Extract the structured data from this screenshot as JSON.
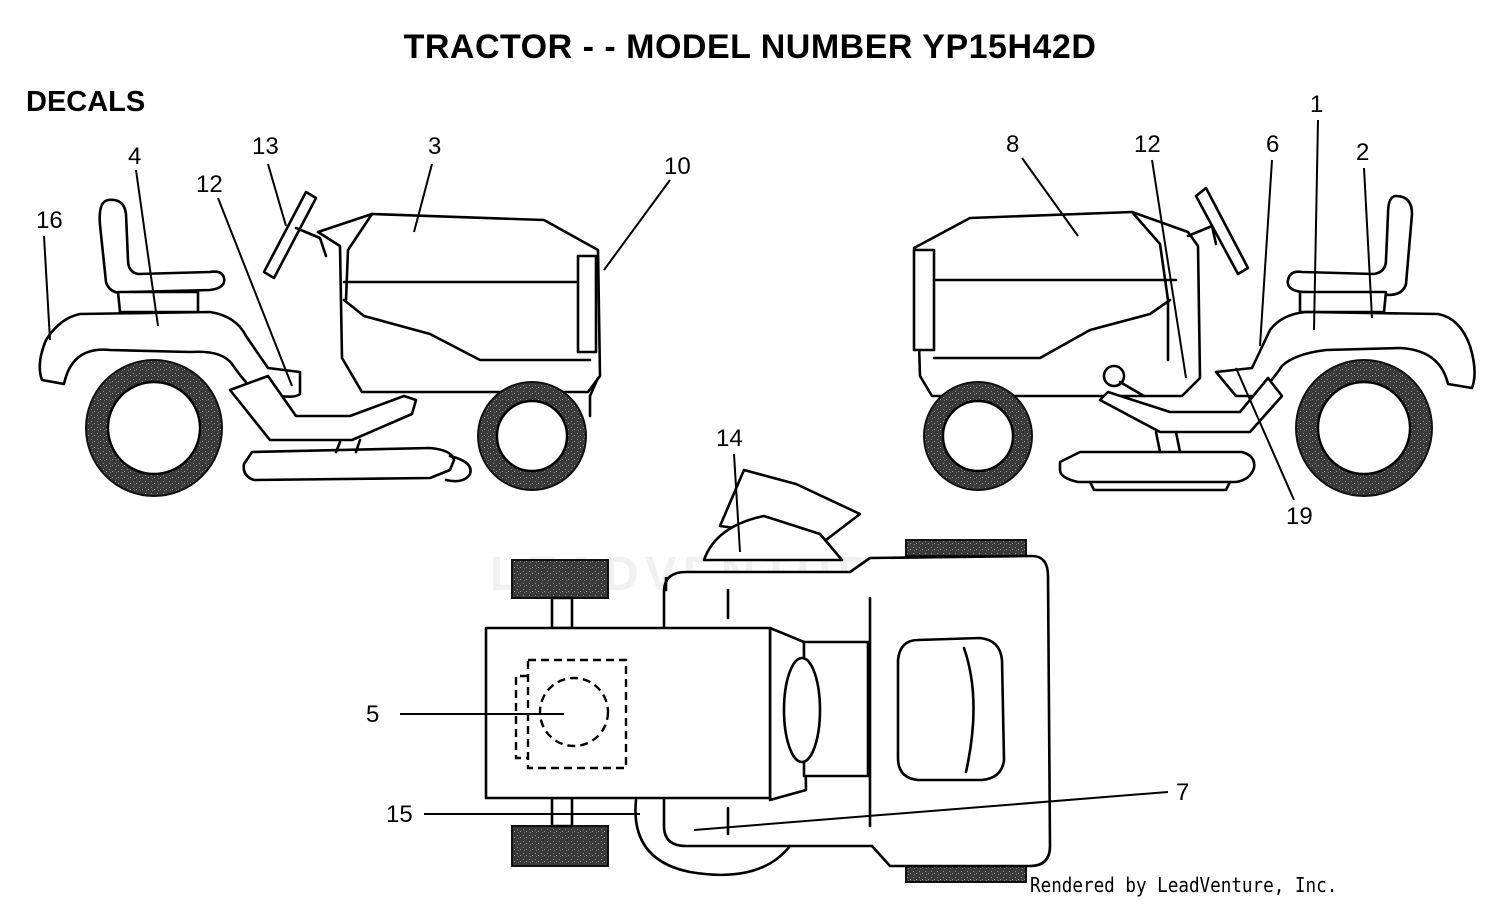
{
  "title": "TRACTOR - - MODEL NUMBER YP15H42D",
  "section_label": "DECALS",
  "credit": "Rendered by LeadVenture, Inc.",
  "watermark": "LEADVENTURE",
  "callouts": {
    "c1": "1",
    "c2": "2",
    "c3": "3",
    "c4": "4",
    "c5": "5",
    "c6": "6",
    "c7": "7",
    "c8": "8",
    "c10": "10",
    "c12_left": "12",
    "c12_right": "12",
    "c13": "13",
    "c14": "14",
    "c15": "15",
    "c16": "16",
    "c19": "19"
  },
  "colors": {
    "line": "#000000",
    "tire": "#3a3a3a",
    "background": "#ffffff"
  }
}
